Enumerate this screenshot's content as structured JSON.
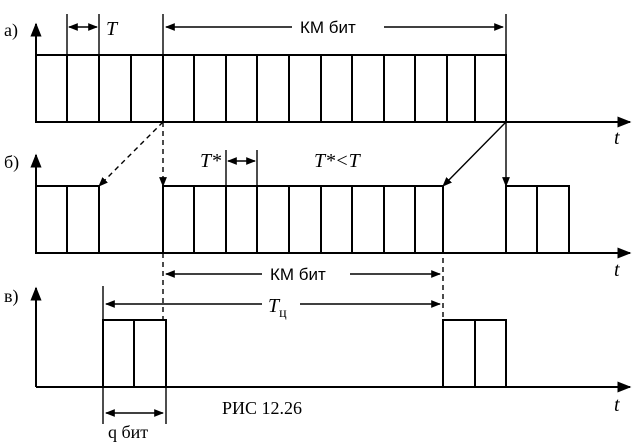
{
  "row_a": {
    "label": "а)",
    "period_label": "T",
    "span_label": "КМ бит",
    "axis_label": "t"
  },
  "row_b": {
    "label": "б)",
    "period_label": "T*",
    "relation_label": "T*<T",
    "axis_label": "t"
  },
  "span_b": {
    "label": "КМ бит"
  },
  "row_c": {
    "label": "в)",
    "cycle_label": "T",
    "cycle_sub": "ц",
    "axis_label": "t",
    "group_label": "q бит"
  },
  "caption": "РИС 12.26"
}
